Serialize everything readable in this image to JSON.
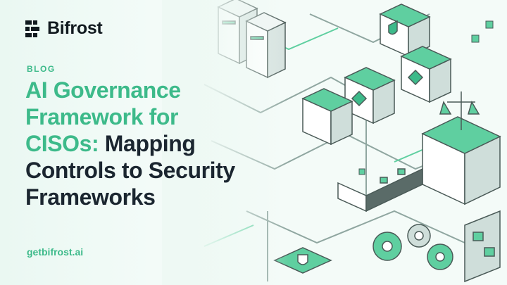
{
  "brand": {
    "name": "Bifrost",
    "logo_icon": "bifrost-logo-icon",
    "colors": {
      "accent": "#3dba8a",
      "text": "#1b2630",
      "background": "#f4fbf8"
    }
  },
  "eyebrow": "BLOG",
  "title": {
    "accent_part": "AI Governance Framework for CISOs:",
    "dark_part": "Mapping Controls to Security Frameworks"
  },
  "url": "getbifrost.ai"
}
